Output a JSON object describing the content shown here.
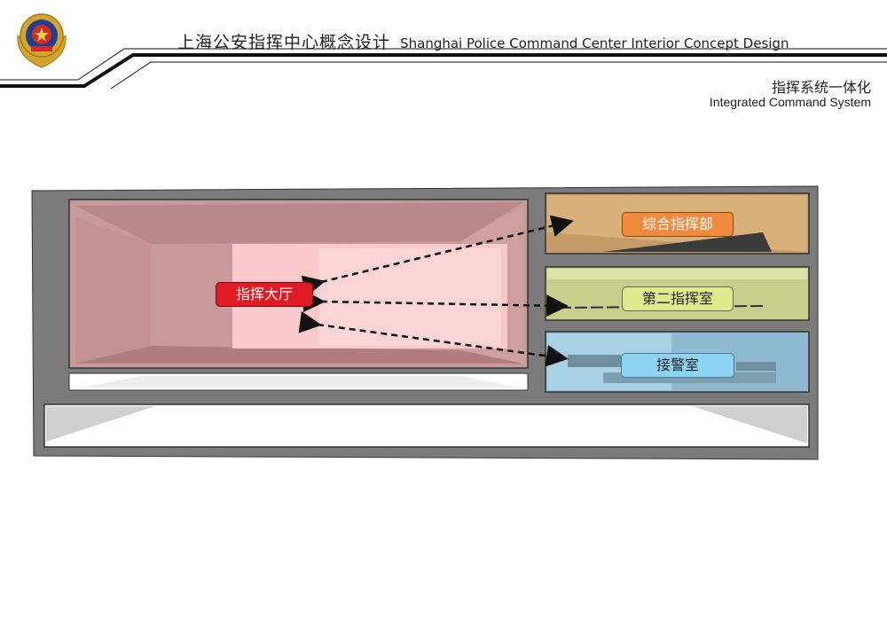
{
  "header": {
    "title_zh": "上海公安指挥中心概念设计",
    "title_en": "Shanghai Police Command Center Interior Concept Design"
  },
  "section": {
    "title_zh": "指挥系统一体化",
    "title_en": "Integrated Command System"
  },
  "diagram": {
    "rooms": {
      "command_hall": "指挥大厅",
      "comprehensive_command": "综合指挥部",
      "second_command_room": "第二指挥室",
      "alarm_room": "接警室"
    }
  },
  "colors": {
    "hall_fill": "#c99a9c",
    "frame": "#7a7a7a",
    "hall_label": "#e01b24",
    "comp_label": "#f08a3c",
    "second_label": "#dfe88a",
    "alarm_label": "#8fd3f2"
  }
}
